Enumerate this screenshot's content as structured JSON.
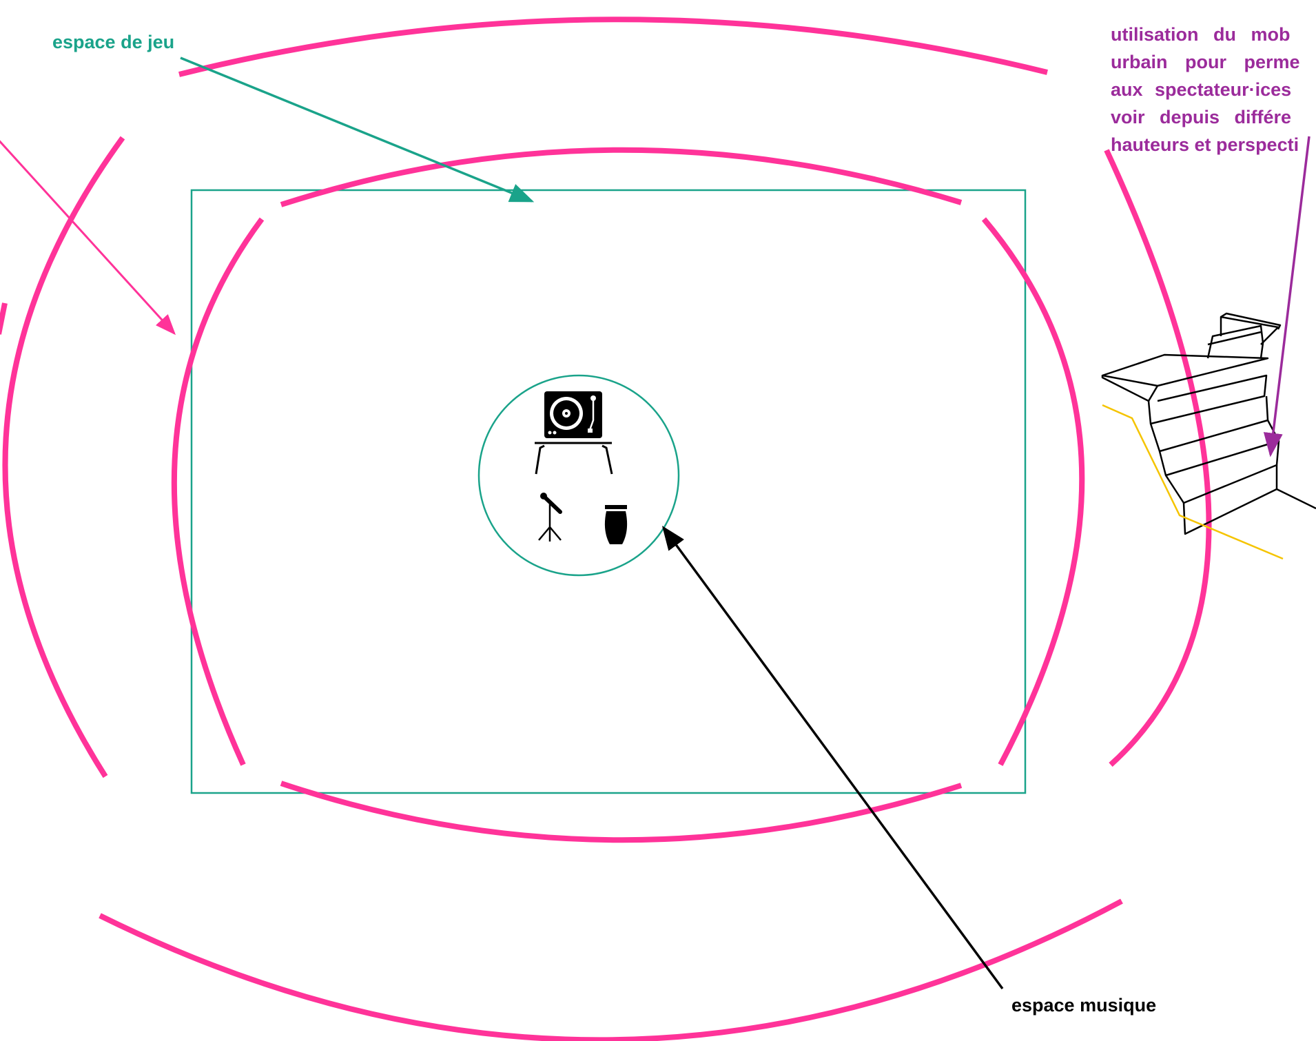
{
  "colors": {
    "pink": "#ff3399",
    "teal": "#1aa38a",
    "purple": "#9b2b9b",
    "yellow": "#f5c400",
    "black": "#000000"
  },
  "labels": {
    "espace_jeu": "espace de jeu",
    "espace_musique": "espace musique",
    "mobilier_lines": [
      "utilisation du mob",
      "urbain pour perme",
      "aux spectateur·ices",
      "voir depuis différe",
      "hauteurs et perspecti"
    ]
  },
  "icons": [
    "turntable-icon",
    "dj-table-icon",
    "microphone-stand-icon",
    "conga-drum-icon",
    "stairs-icon"
  ]
}
